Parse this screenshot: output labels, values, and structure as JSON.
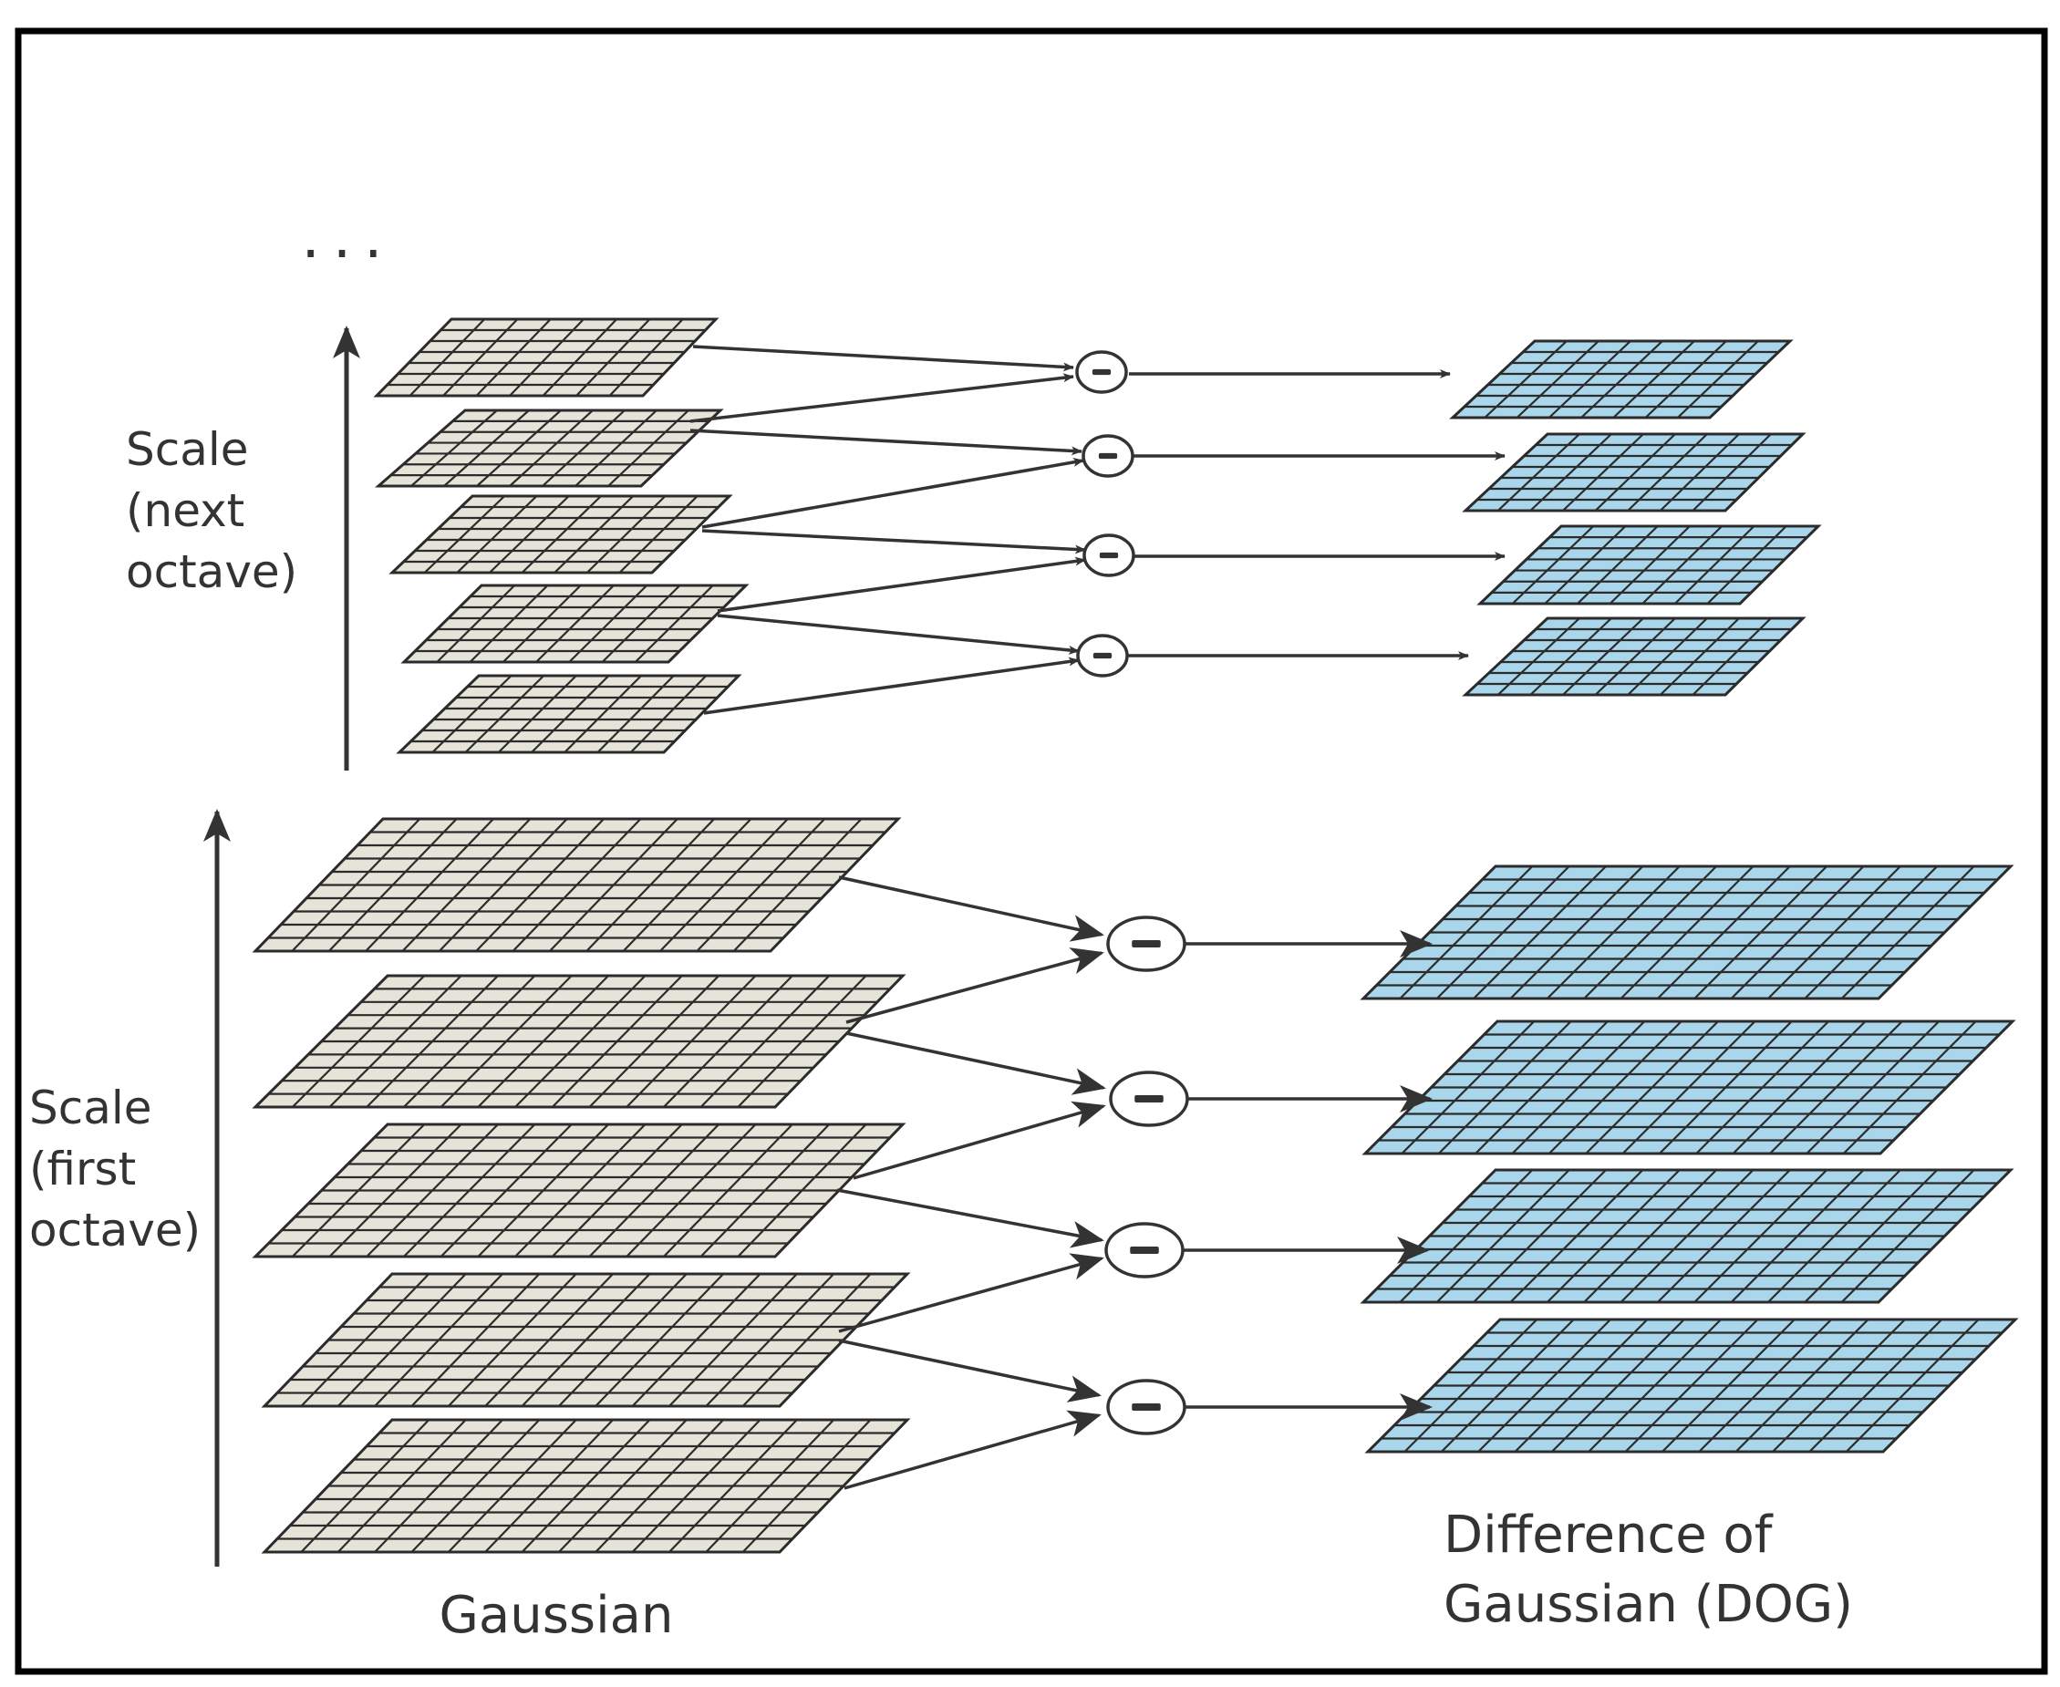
{
  "figure": {
    "ellipsis": "...",
    "labels": {
      "scale_next": [
        "Scale",
        "(next",
        "octave)"
      ],
      "scale_first": [
        "Scale",
        "(first",
        "octave)"
      ],
      "gaussian": "Gaussian",
      "dog": [
        "Difference of",
        "Gaussian (DOG)"
      ]
    },
    "operator_symbol": "minus",
    "colors": {
      "gaussian_fill": "#e6e4d8",
      "dog_fill": "#a9d6ea",
      "grid_line": "#2b2b2b",
      "arrow": "#333333",
      "frame": "#000000"
    },
    "octaves": [
      {
        "name": "next octave",
        "gaussian_levels": 5,
        "dog_levels": 4,
        "grid_columns": 8,
        "grid_rows": 7
      },
      {
        "name": "first octave",
        "gaussian_levels": 5,
        "dog_levels": 4,
        "grid_columns": 14,
        "grid_rows": 10
      }
    ]
  }
}
